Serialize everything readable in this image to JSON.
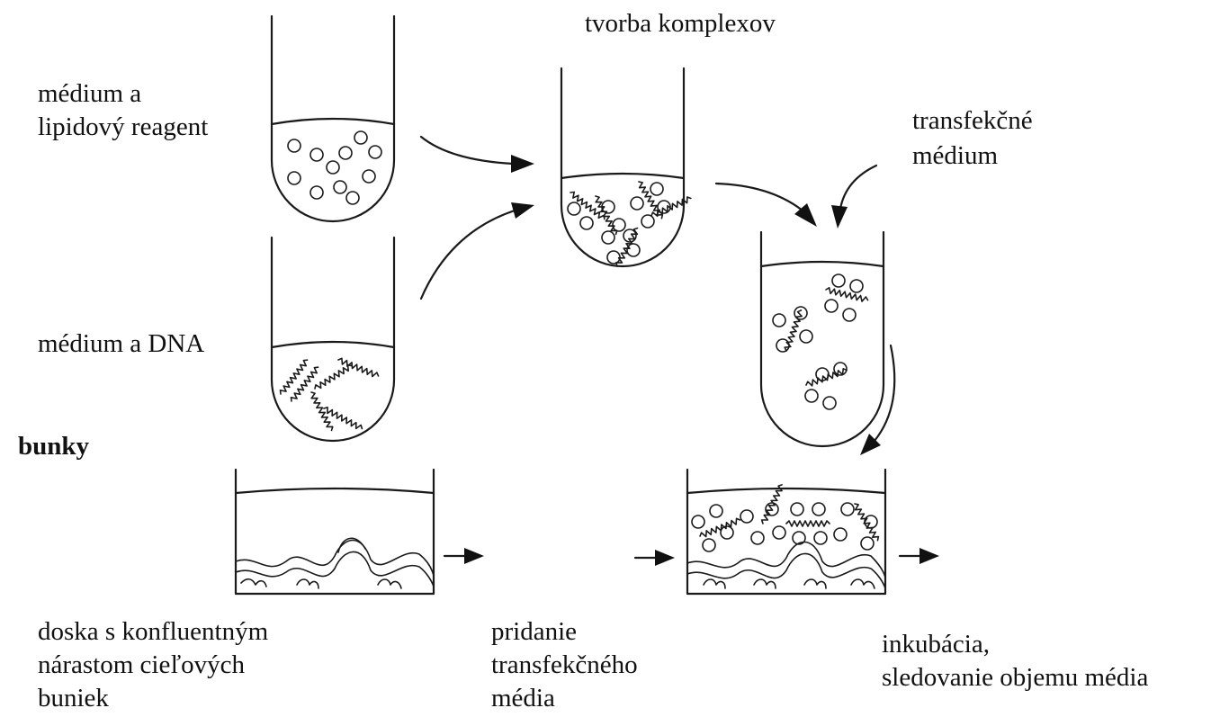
{
  "labels": {
    "complex_formation": "tvorba komplexov",
    "lipid_line1": "médium a",
    "lipid_line2": "lipidový reagent",
    "dna": "médium a DNA",
    "transfection_line1": "transfekčné",
    "transfection_line2": "médium",
    "cells": "bunky",
    "plate_line1": "doska s konfluentným",
    "plate_line2": "nárastom cieľových",
    "plate_line3": "buniek",
    "add_line1": "pridanie",
    "add_line2": "transfekčného",
    "add_line3": "média",
    "incub_line1": "inkubácia,",
    "incub_line2": "sledovanie objemu média"
  }
}
